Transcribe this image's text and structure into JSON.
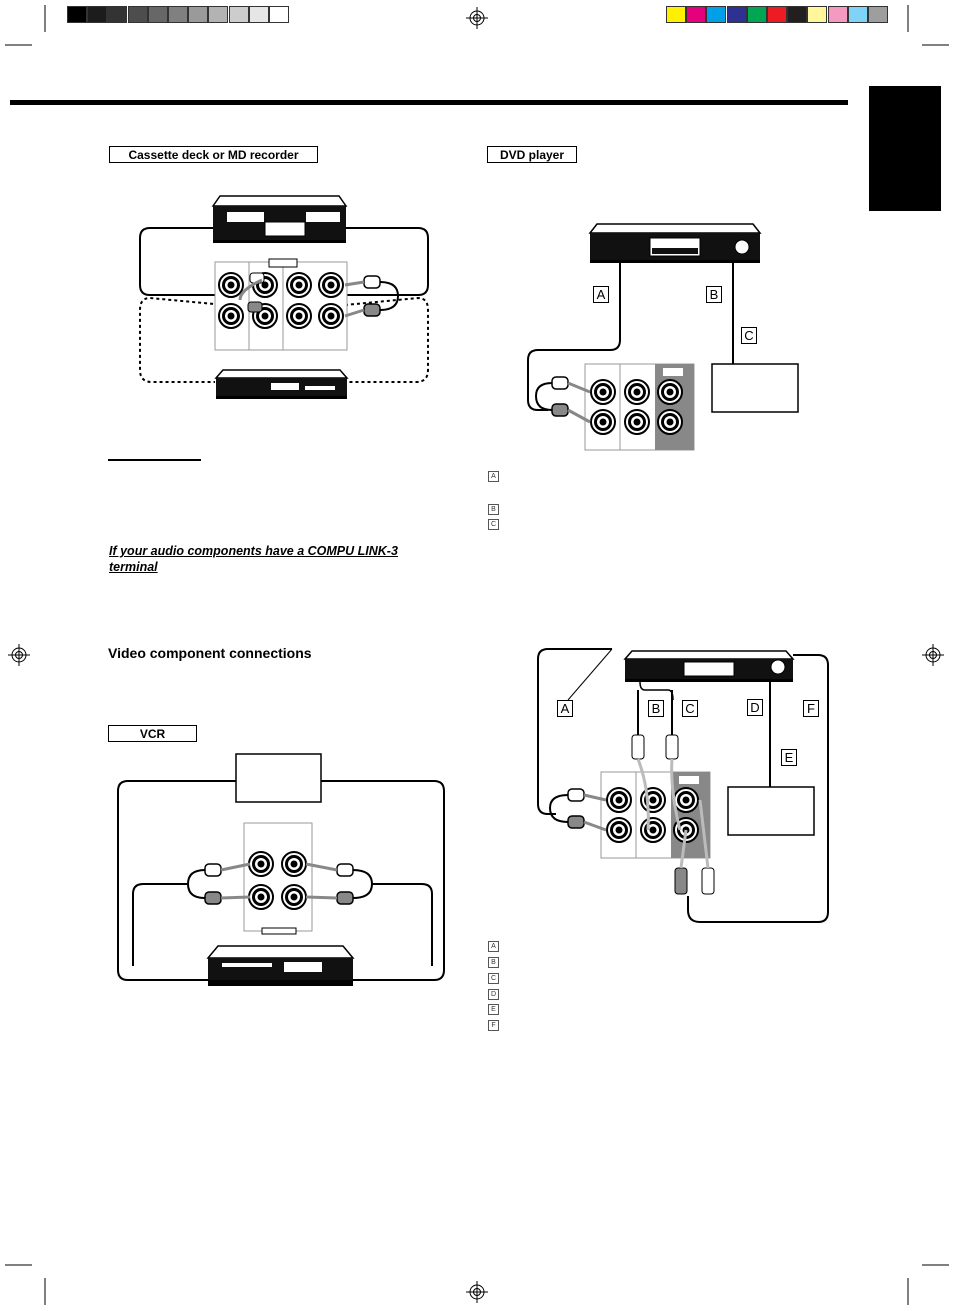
{
  "colors": {
    "gray_strip": [
      "#000000",
      "#1c1c1c",
      "#333333",
      "#4d4d4d",
      "#676767",
      "#808080",
      "#9a9a9a",
      "#b3b3b3",
      "#cdcdcd",
      "#e6e6e6",
      "#ffffff"
    ],
    "color_strip": [
      "#ffef00",
      "#e6007e",
      "#00a0e9",
      "#2e3192",
      "#00a651",
      "#ed1c24",
      "#231f20",
      "#fff799",
      "#f49ac1",
      "#7fd3f7",
      "#9e9e9e"
    ],
    "accent": "#000000"
  },
  "labels": {
    "cassette": "Cassette deck or MD recorder",
    "dvd": "DVD player",
    "vcr": "VCR"
  },
  "headings": {
    "video_connections": "Video component connections",
    "compu_link": "If your audio components have a COMPU LINK-3 terminal"
  },
  "callouts": {
    "dvd_top": [
      "A",
      "B",
      "C"
    ],
    "dvd_bottom": [
      "A",
      "B",
      "C",
      "D",
      "E",
      "F"
    ]
  },
  "keys": {
    "top_list": [
      "A",
      "B",
      "C"
    ],
    "bottom_list": [
      "A",
      "B",
      "C",
      "D",
      "E",
      "F"
    ]
  },
  "icons": [
    "registration-mark-icon"
  ]
}
